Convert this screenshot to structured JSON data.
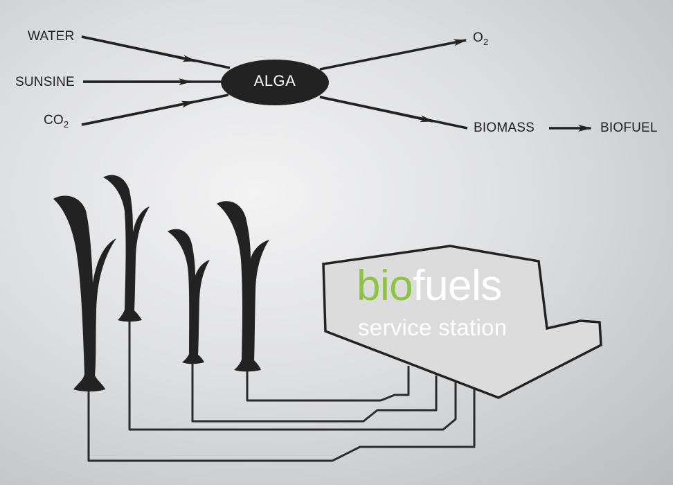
{
  "inputs": {
    "water": "WATER",
    "sunshine": "SUNSINE",
    "co2": {
      "base": "CO",
      "sub": "2"
    }
  },
  "center": {
    "label": "ALGA"
  },
  "outputs": {
    "o2": {
      "base": "O",
      "sub": "2"
    },
    "biomass": "BIOMASS",
    "biofuel": "BIOFUEL"
  },
  "station": {
    "word_part1": "bio",
    "word_part2": "fuels",
    "subtitle": "service station"
  },
  "colors": {
    "ink": "#222222",
    "bio_green": "#8cc63f",
    "station_fill": "#dcdcdc",
    "text_white": "#ffffff"
  }
}
